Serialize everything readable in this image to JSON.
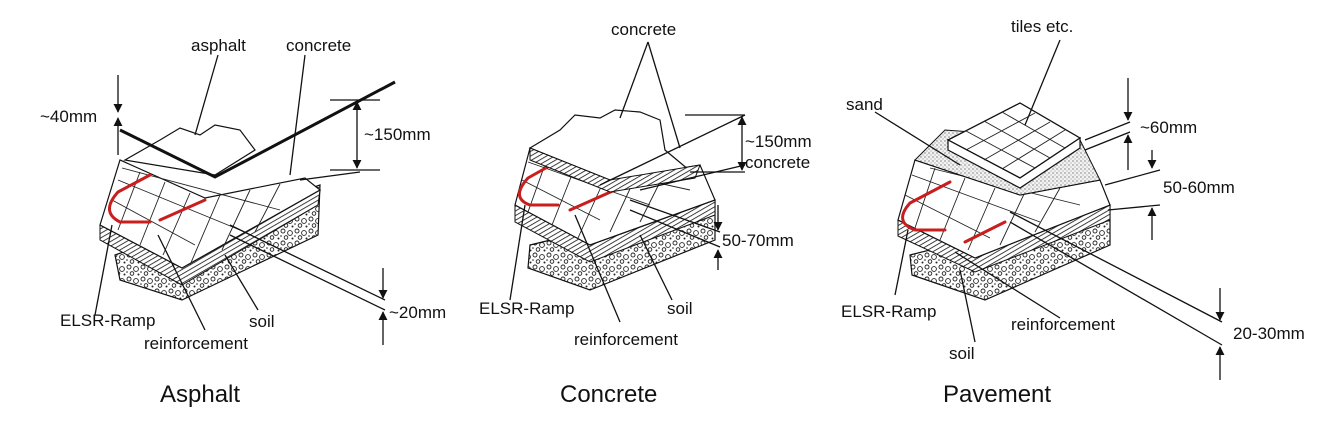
{
  "diagram": {
    "panels": [
      {
        "caption": "Asphalt",
        "labels": {
          "top_layer": "asphalt",
          "concrete": "concrete",
          "dim_top": "~40mm",
          "dim_concrete": "~150mm",
          "dim_bottom": "~20mm",
          "heating": "ELSR-Ramp",
          "reinforcement": "reinforcement",
          "soil": "soil"
        }
      },
      {
        "caption": "Concrete",
        "labels": {
          "concrete_top": "concrete",
          "dim_concrete": "~150mm",
          "concrete_mid": "concrete",
          "dim_layer": "50-70mm",
          "heating": "ELSR-Ramp",
          "reinforcement": "reinforcement",
          "soil": "soil"
        }
      },
      {
        "caption": "Pavement",
        "labels": {
          "tiles": "tiles etc.",
          "sand": "sand",
          "dim_tiles": "~60mm",
          "dim_sand": "50-60mm",
          "dim_layer": "20-30mm",
          "heating": "ELSR-Ramp",
          "reinforcement": "reinforcement",
          "soil": "soil"
        }
      }
    ],
    "colors": {
      "heating_cable": "#c81e1e",
      "ink": "#111111"
    }
  }
}
